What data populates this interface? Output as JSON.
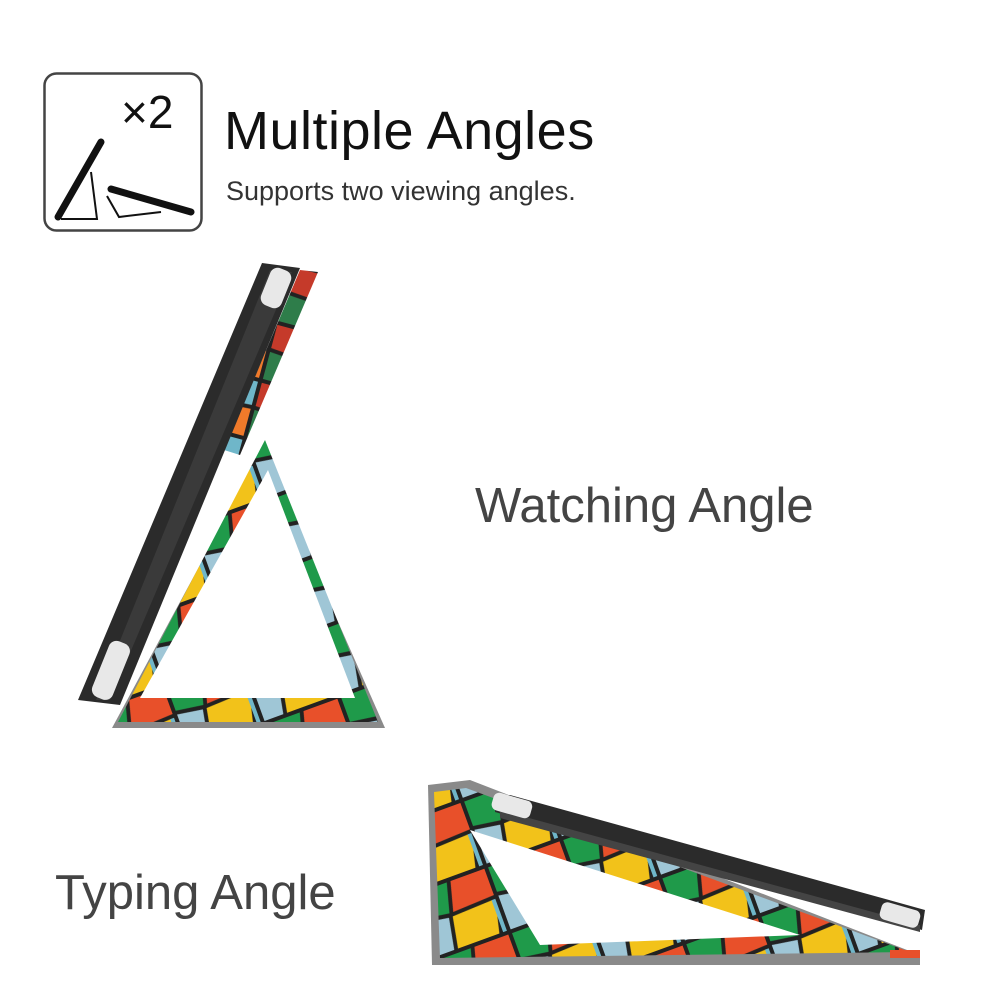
{
  "header": {
    "badge_text": "×2",
    "title": "Multiple Angles",
    "subtitle": "Supports two viewing angles."
  },
  "labels": {
    "watching": "Watching Angle",
    "typing": "Typing Angle"
  },
  "colors": {
    "tablet": "#2b2b2b",
    "cover_edge": "#8a8a8a",
    "mosaic": [
      "#1f9a4a",
      "#e8502a",
      "#f2c21a",
      "#6fb6c9",
      "#9fc6d6",
      "#c53a2a",
      "#2e7d4a",
      "#f07a2a"
    ]
  }
}
